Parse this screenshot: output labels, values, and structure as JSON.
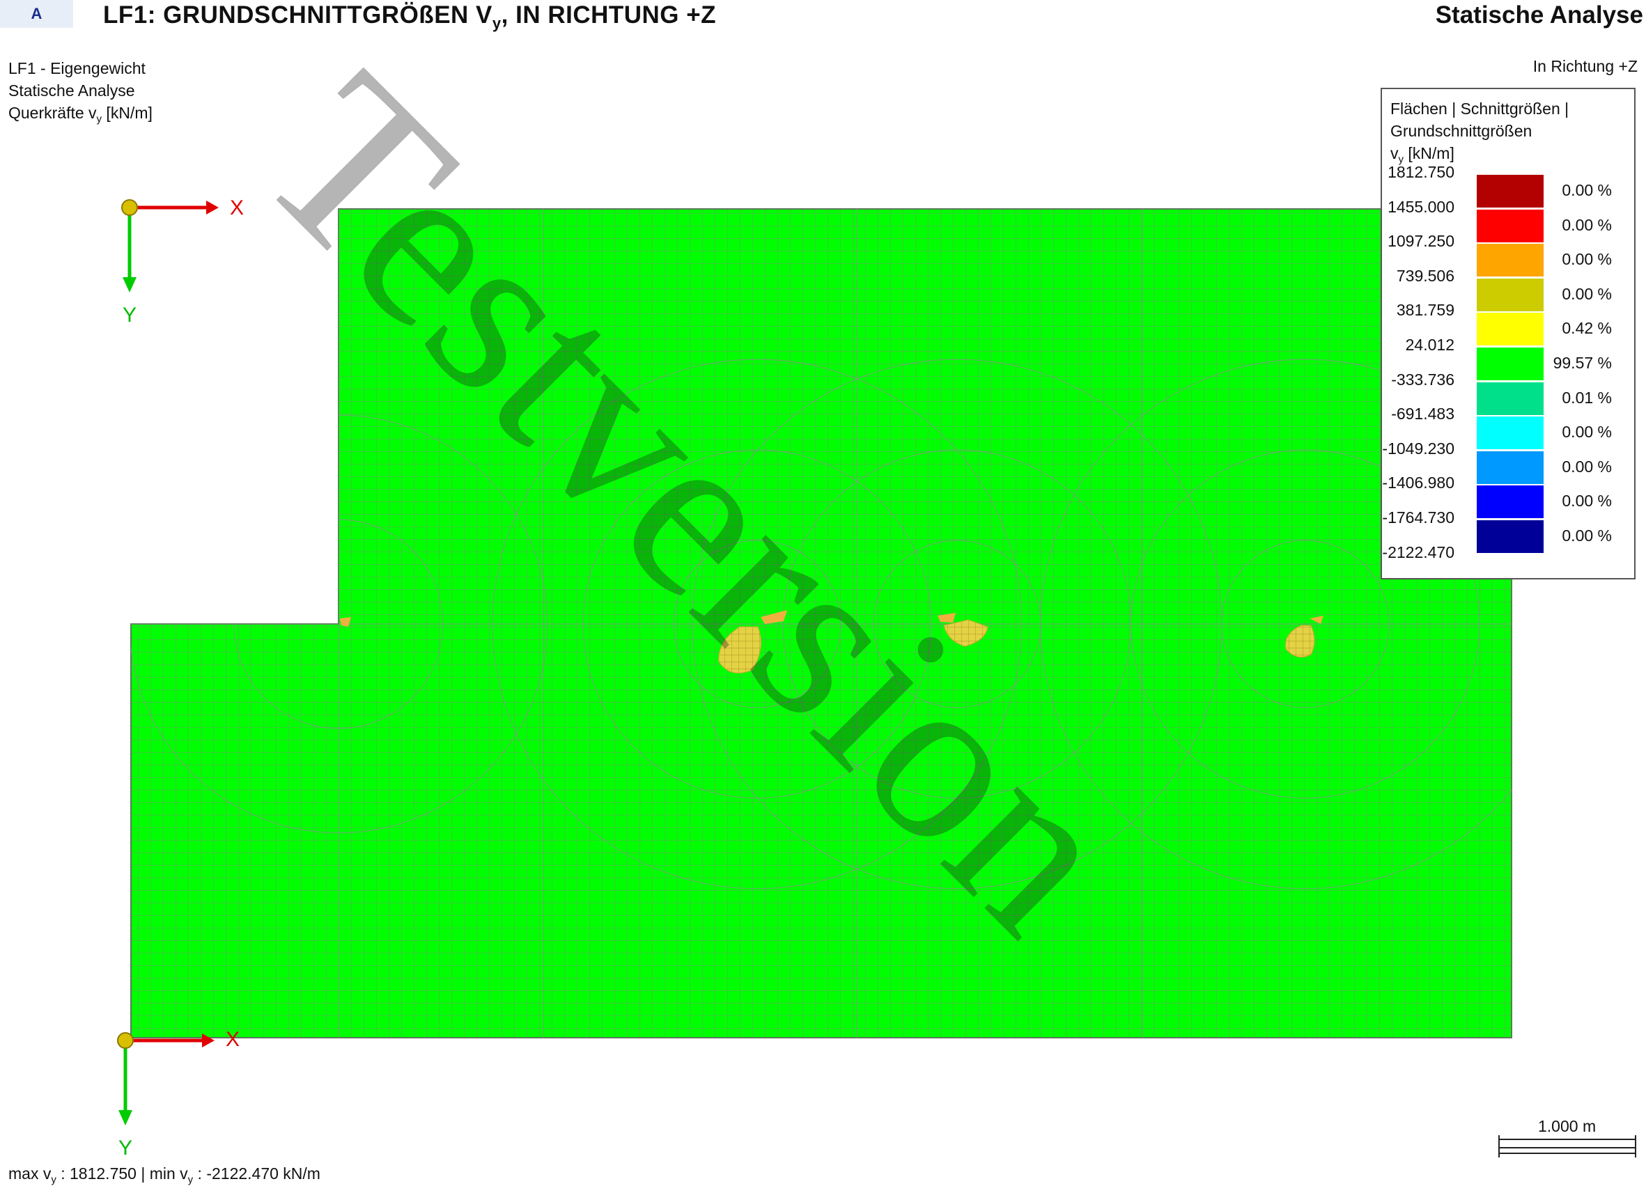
{
  "header": {
    "badge": "A",
    "title_main": "LF1: GRUNDSCHNITTGRÖßEN V",
    "title_sub": "y",
    "title_tail": ", IN RICHTUNG +Z",
    "right": "Statische Analyse"
  },
  "info": {
    "line1": "LF1 - Eigengewicht",
    "line2": "Statische Analyse",
    "line3_main": "Querkräfte v",
    "line3_sub": "y",
    "line3_tail": " [kN/m]"
  },
  "direction": "In Richtung +Z",
  "axes": {
    "x_label": "X",
    "y_label": "Y"
  },
  "legend": {
    "title1": "Flächen | Schnittgrößen |",
    "title2": "Grundschnittgrößen",
    "title3_main": "v",
    "title3_sub": "y",
    "title3_tail": " [kN/m]",
    "values": [
      "1812.750",
      "1455.000",
      "1097.250",
      "739.506",
      "381.759",
      "24.012",
      "-333.736",
      "-691.483",
      "-1049.230",
      "-1406.980",
      "-1764.730",
      "-2122.470"
    ],
    "colors": [
      "#b30000",
      "#ff0000",
      "#ffa500",
      "#cccc00",
      "#ffff00",
      "#00ff00",
      "#00e08a",
      "#00ffff",
      "#0099ff",
      "#0000ff",
      "#000099"
    ],
    "percents": [
      "0.00 %",
      "0.00 %",
      "0.00 %",
      "0.00 %",
      "0.42 %",
      "99.57 %",
      "0.01 %",
      "0.00 %",
      "0.00 %",
      "0.00 %",
      "0.00 %"
    ]
  },
  "footer": {
    "p1": "max v",
    "s1": "y",
    "p2": " : 1812.750 | min v",
    "s2": "y",
    "p3": " : -2122.470 kN/m"
  },
  "scale": "1.000 m",
  "watermark": "Testversion",
  "colors": {
    "mesh_fill": "#00ff00",
    "mesh_line": "#7a9a7a",
    "hotspot": "#e0d040",
    "axis_x": "#e00000",
    "axis_y": "#00cc00"
  }
}
